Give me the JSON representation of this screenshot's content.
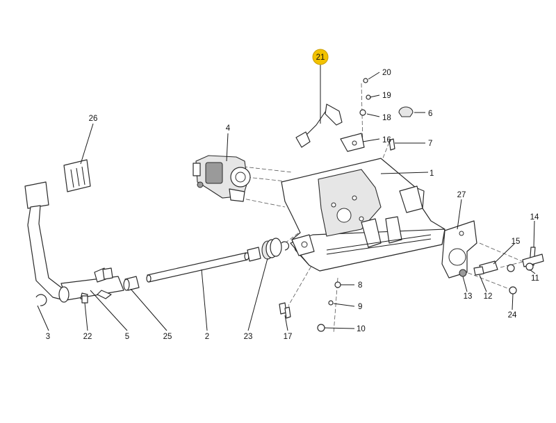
{
  "highlight_color": "#f2c200",
  "callouts": [
    {
      "id": "c21",
      "label": "21",
      "highlighted": true
    },
    {
      "id": "c20",
      "label": "20"
    },
    {
      "id": "c19",
      "label": "19"
    },
    {
      "id": "c18",
      "label": "18"
    },
    {
      "id": "c6",
      "label": "6"
    },
    {
      "id": "c16",
      "label": "16"
    },
    {
      "id": "c7",
      "label": "7"
    },
    {
      "id": "c1",
      "label": "1"
    },
    {
      "id": "c4",
      "label": "4"
    },
    {
      "id": "c26",
      "label": "26"
    },
    {
      "id": "c27",
      "label": "27"
    },
    {
      "id": "c14",
      "label": "14"
    },
    {
      "id": "c15",
      "label": "15"
    },
    {
      "id": "c11",
      "label": "11"
    },
    {
      "id": "c13",
      "label": "13"
    },
    {
      "id": "c12",
      "label": "12"
    },
    {
      "id": "c24",
      "label": "24"
    },
    {
      "id": "c8",
      "label": "8"
    },
    {
      "id": "c9",
      "label": "9"
    },
    {
      "id": "c10",
      "label": "10"
    },
    {
      "id": "c17",
      "label": "17"
    },
    {
      "id": "c3",
      "label": "3"
    },
    {
      "id": "c22",
      "label": "22"
    },
    {
      "id": "c5",
      "label": "5"
    },
    {
      "id": "c25",
      "label": "25"
    },
    {
      "id": "c2",
      "label": "2"
    },
    {
      "id": "c23",
      "label": "23"
    }
  ]
}
